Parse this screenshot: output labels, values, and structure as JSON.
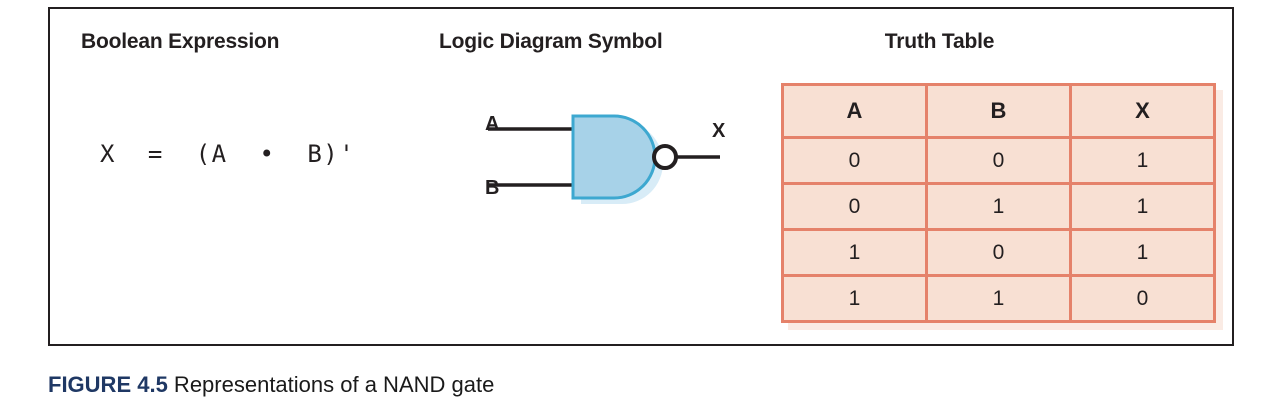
{
  "figure": {
    "caption_number": "FIGURE 4.5",
    "caption_text": " Representations of a NAND gate"
  },
  "columns": {
    "boolean_heading": "Boolean Expression",
    "logic_heading": "Logic Diagram Symbol",
    "truth_heading": "Truth Table"
  },
  "boolean": {
    "expression": "X  =  (A  •  B)'"
  },
  "logic_diagram": {
    "gate_type": "NAND",
    "input_labels": [
      "A",
      "B"
    ],
    "output_label": "X",
    "gate_fill_color": "#a7d2e8",
    "gate_border_color": "#3da8d0",
    "wire_color": "#231f20",
    "bubble_fill_color": "#ffffff",
    "bubble_border_color": "#231f20"
  },
  "truth_table": {
    "headers": [
      "A",
      "B",
      "X"
    ],
    "rows": [
      [
        "0",
        "0",
        "1"
      ],
      [
        "0",
        "1",
        "1"
      ],
      [
        "1",
        "0",
        "1"
      ],
      [
        "1",
        "1",
        "0"
      ]
    ],
    "cell_background": "#f8e0d3",
    "border_color": "#e5826a"
  }
}
